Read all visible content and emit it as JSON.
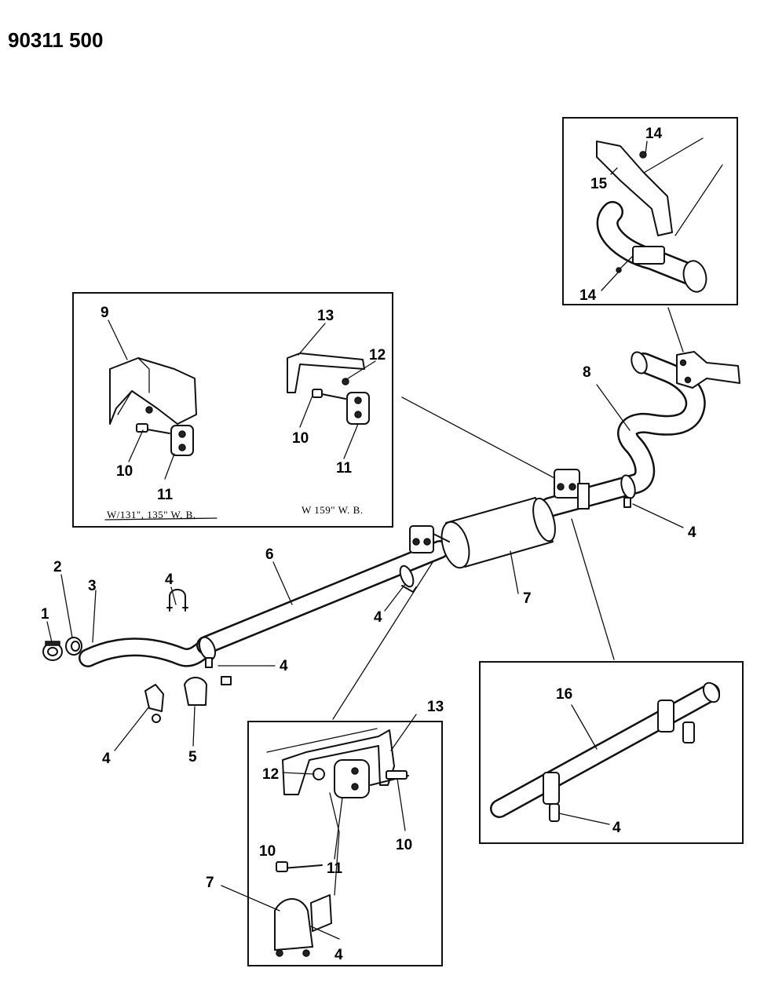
{
  "document_number": "90311 500",
  "callouts": {
    "c1": "1",
    "c2": "2",
    "c3": "3",
    "c4a": "4",
    "c4b": "4",
    "c4c": "4",
    "c4d": "4",
    "c4e": "4",
    "c4f": "4",
    "c4g": "4",
    "c5": "5",
    "c6": "6",
    "c7a": "7",
    "c7b": "7",
    "c8": "8",
    "c9": "9",
    "c10a": "10",
    "c10b": "10",
    "c10c": "10",
    "c10d": "10",
    "c11a": "11",
    "c11b": "11",
    "c11c": "11",
    "c12a": "12",
    "c12b": "12",
    "c13a": "13",
    "c13b": "13",
    "c14a": "14",
    "c14b": "14",
    "c15": "15",
    "c16": "16"
  },
  "wheelbase_notes": {
    "left": "W/131\", 135\" W. B.",
    "right": "W 159\" W. B."
  }
}
